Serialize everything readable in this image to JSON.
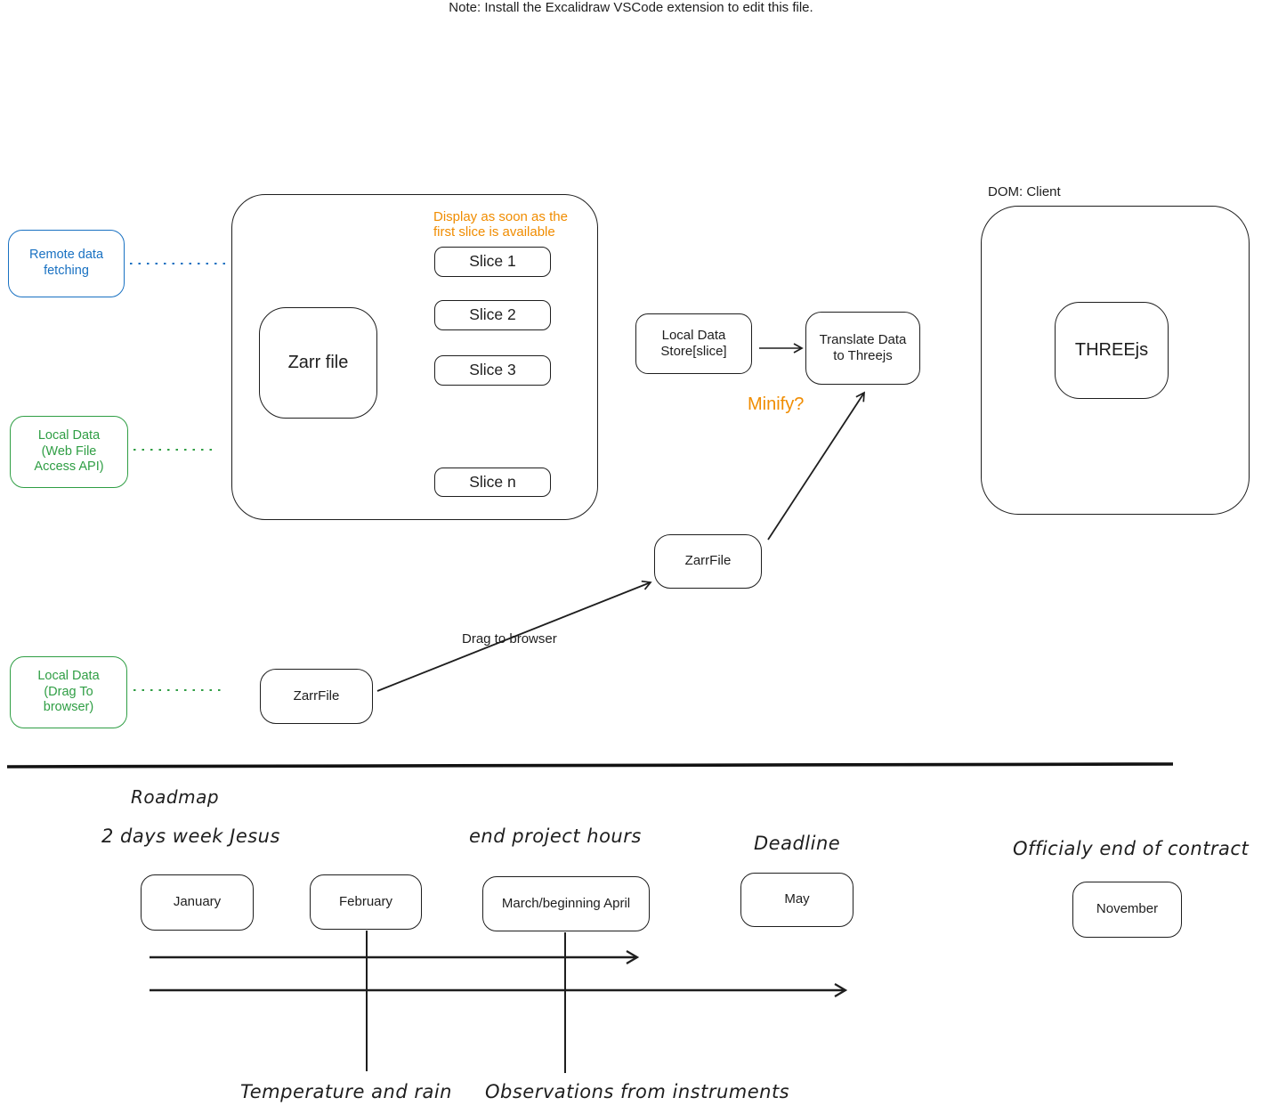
{
  "note": "Note: Install the Excalidraw VSCode extension to edit this file.",
  "colors": {
    "ink": "#1e1e1e",
    "blue": "#1971c2",
    "green": "#2f9e44",
    "orange": "#f08c00",
    "background": "#ffffff"
  },
  "legend": {
    "remote_data": "Remote data\nfetching",
    "local_data_web": "Local Data\n(Web File\nAccess API)",
    "local_data_drag": "Local Data\n(Drag To\nbrowser)"
  },
  "pipeline": {
    "zarr_file": "Zarr file",
    "display_note": "Display as soon as the\nfirst slice is available",
    "slices": [
      "Slice 1",
      "Slice 2",
      "Slice 3",
      "Slice n"
    ],
    "local_data_store": "Local Data\nStore[slice]",
    "translate": "Translate Data\nto Threejs",
    "minify": "Minify?",
    "dom_client": "DOM: Client",
    "threejs": "THREEjs",
    "zarrfile_mid": "ZarrFile",
    "zarrfile_bottom": "ZarrFile",
    "drag_to_browser": "Drag to browser"
  },
  "roadmap": {
    "title": "Roadmap",
    "annotations": {
      "jesus": "2 days week Jesus",
      "end_project": "end project hours",
      "deadline": "Deadline",
      "end_contract": "Officialy end of contract",
      "temperature": "Temperature and rain",
      "observations": "Observations from instruments"
    },
    "months": [
      "January",
      "February",
      "March/beginning April",
      "May",
      "November"
    ]
  }
}
